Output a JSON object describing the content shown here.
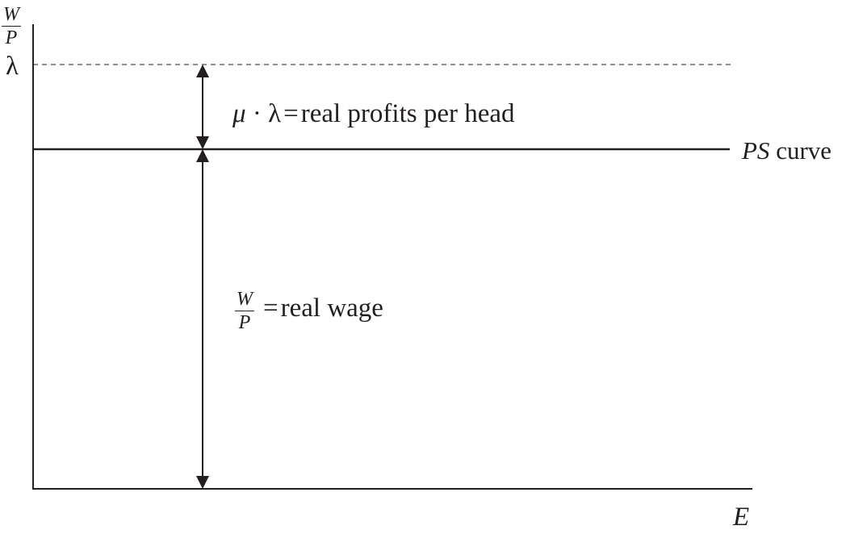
{
  "axes": {
    "y_label_numerator": "W",
    "y_label_denominator": "P",
    "x_label": "E"
  },
  "levels": {
    "lambda_tick": "λ"
  },
  "curve": {
    "name_italic": "PS",
    "name_suffix": " curve"
  },
  "annotations": {
    "profits": {
      "mu": "μ",
      "dot": "·",
      "lambda": "λ",
      "equals": "=",
      "text": "real profits per head"
    },
    "wage": {
      "numerator": "W",
      "denominator": "P",
      "equals": "=",
      "text": "real wage"
    }
  },
  "colors": {
    "ink": "#231f20"
  }
}
